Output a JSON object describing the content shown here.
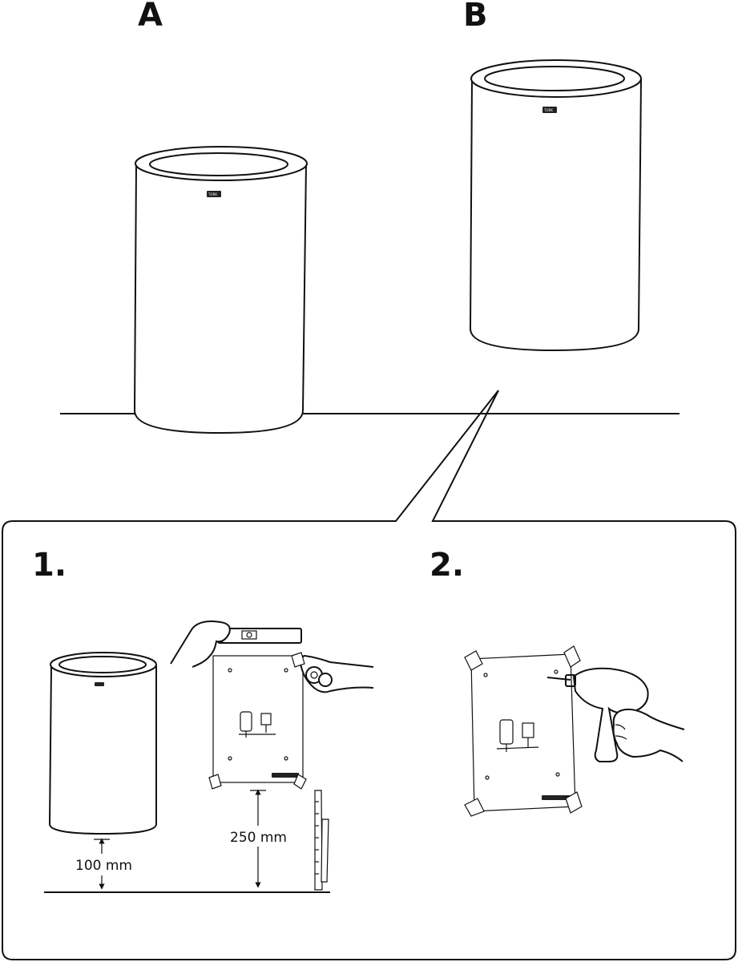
{
  "labels": {
    "variant_a": "A",
    "variant_b": "B",
    "step_1": "1.",
    "step_2": "2."
  },
  "dimensions": {
    "bin_height_from_floor": "100 mm",
    "template_height_from_floor": "250 mm"
  },
  "brand_mark": "TORK",
  "colors": {
    "line": "#111111",
    "drill_body": "#8a8a8a",
    "background": "#ffffff"
  }
}
